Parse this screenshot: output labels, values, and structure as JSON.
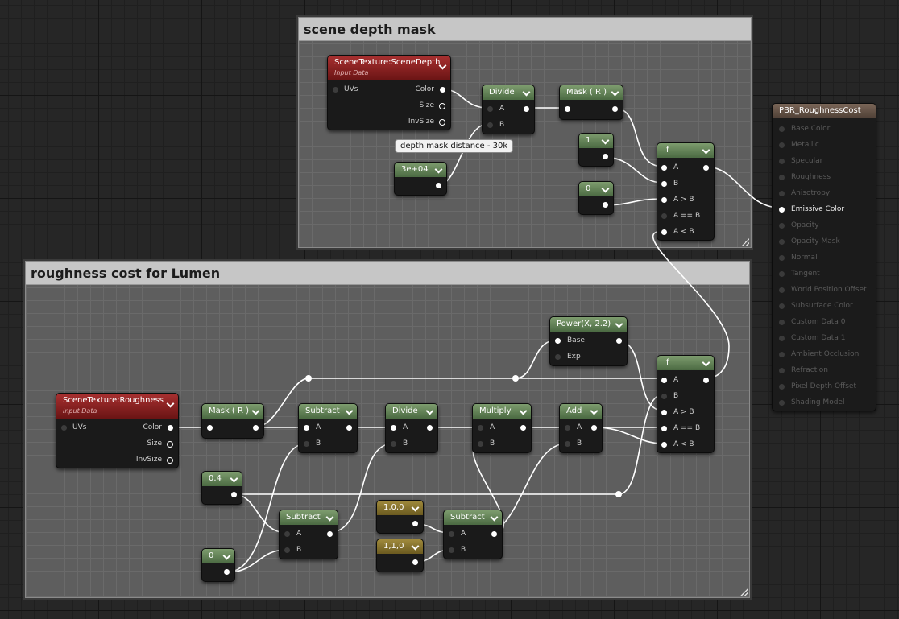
{
  "comments": {
    "depth": {
      "title": "scene depth mask"
    },
    "lumen": {
      "title": "roughness cost for Lumen"
    }
  },
  "tooltip": {
    "text": "depth mask distance - 30k"
  },
  "nodes": {
    "scenedepth": {
      "title": "SceneTexture:SceneDepth",
      "subtitle": "Input Data",
      "in_uvs": "UVs",
      "out_color": "Color",
      "out_size": "Size",
      "out_invsize": "InvSize"
    },
    "divide1": {
      "title": "Divide",
      "a": "A",
      "b": "B"
    },
    "mask1": {
      "title": "Mask ( R )"
    },
    "const_3e4": {
      "title": "3e+04"
    },
    "const_1": {
      "title": "1"
    },
    "const_0a": {
      "title": "0"
    },
    "if1": {
      "title": "If",
      "a": "A",
      "b": "B",
      "agtb": "A > B",
      "aeqb": "A == B",
      "altb": "A < B"
    },
    "scenerough": {
      "title": "SceneTexture:Roughness",
      "subtitle": "Input Data",
      "in_uvs": "UVs",
      "out_color": "Color",
      "out_size": "Size",
      "out_invsize": "InvSize"
    },
    "mask2": {
      "title": "Mask ( R )"
    },
    "subtract1": {
      "title": "Subtract",
      "a": "A",
      "b": "B"
    },
    "divide2": {
      "title": "Divide",
      "a": "A",
      "b": "B"
    },
    "multiply": {
      "title": "Multiply",
      "a": "A",
      "b": "B"
    },
    "add": {
      "title": "Add",
      "a": "A",
      "b": "B"
    },
    "power": {
      "title": "Power(X, 2.2)",
      "base": "Base",
      "exp": "Exp"
    },
    "if2": {
      "title": "If",
      "a": "A",
      "b": "B",
      "agtb": "A > B",
      "aeqb": "A == B",
      "altb": "A < B"
    },
    "const_04": {
      "title": "0.4"
    },
    "const_0b": {
      "title": "0"
    },
    "subtract2": {
      "title": "Subtract",
      "a": "A",
      "b": "B"
    },
    "vec_100": {
      "title": "1,0,0"
    },
    "vec_110": {
      "title": "1,1,0"
    },
    "subtract3": {
      "title": "Subtract",
      "a": "A",
      "b": "B"
    }
  },
  "material": {
    "title": "PBR_RoughnessCost",
    "inputs": [
      "Base Color",
      "Metallic",
      "Specular",
      "Roughness",
      "Anisotropy",
      "Emissive Color",
      "Opacity",
      "Opacity Mask",
      "Normal",
      "Tangent",
      "World Position Offset",
      "Subsurface Color",
      "Custom Data 0",
      "Custom Data 1",
      "Ambient Occlusion",
      "Refraction",
      "Pixel Depth Offset",
      "Shading Model"
    ],
    "active_input": "Emissive Color"
  },
  "colors": {
    "header_green": "#5f7f52",
    "header_gold": "#8a7430",
    "header_red": "#8c2222",
    "wire": "#ffffff"
  }
}
